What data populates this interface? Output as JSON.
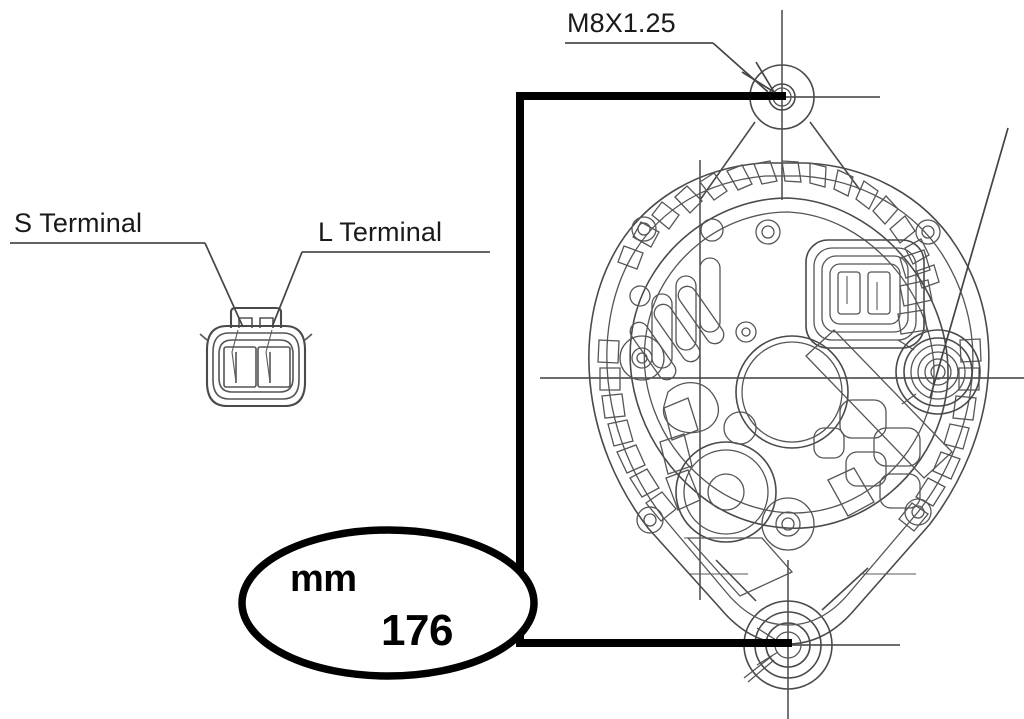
{
  "drawing": {
    "subject": "alternator-end-housing",
    "background_color": "#ffffff",
    "line_color": "#3a3a3a",
    "bold_line_color": "#000000",
    "text_color": "#1a1a1a"
  },
  "labels": {
    "s_terminal": "S Terminal",
    "l_terminal": "L Terminal",
    "thread_spec": "M8X1.25"
  },
  "callout": {
    "unit": "mm",
    "value": "176"
  },
  "dimension": {
    "measured_value": "176",
    "unit": "mm"
  }
}
